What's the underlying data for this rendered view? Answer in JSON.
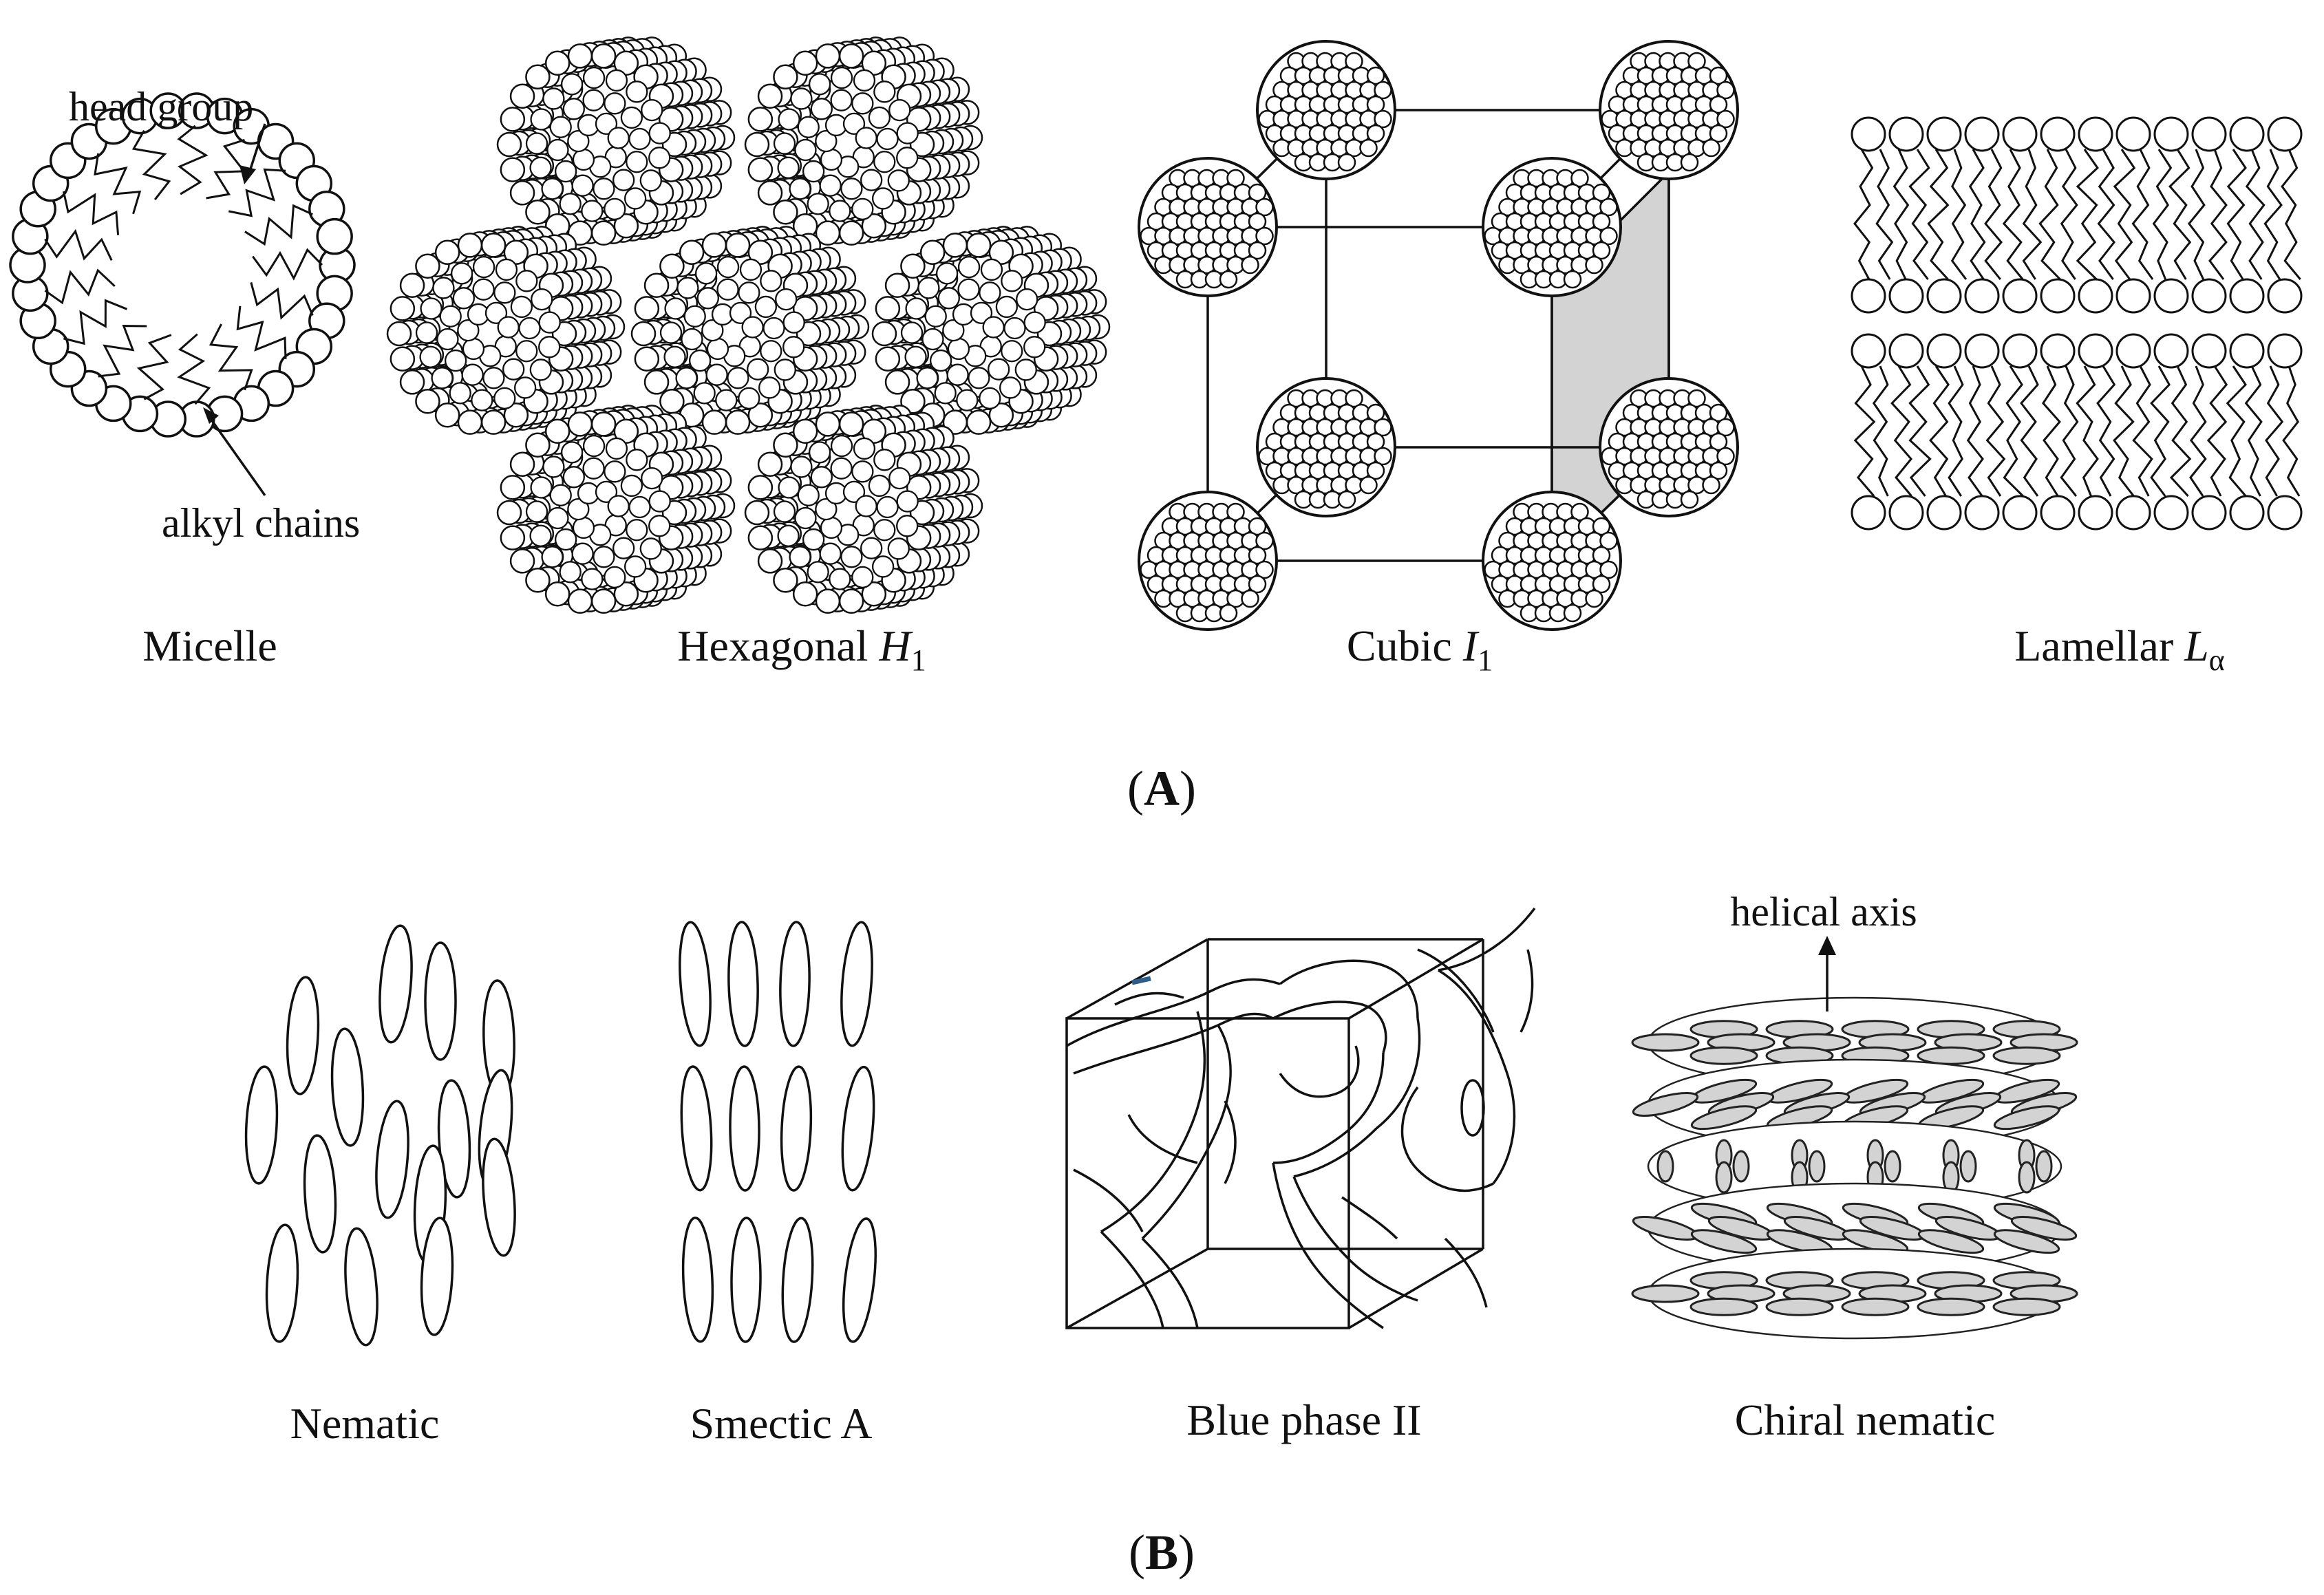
{
  "panel_a": {
    "marker": "A",
    "annotations": {
      "head_group": "head group",
      "alkyl_chains": "alkyl chains"
    },
    "labels": {
      "micelle": "Micelle",
      "hexagonal": {
        "text": "Hexagonal ",
        "symbol": "H",
        "subscript": "1"
      },
      "cubic": {
        "text": "Cubic ",
        "symbol": "I",
        "subscript": "1"
      },
      "lamellar": {
        "text": "Lamellar ",
        "symbol": "L",
        "subscript": "α"
      }
    }
  },
  "panel_b": {
    "marker": "B",
    "annotations": {
      "helical_axis": "helical axis"
    },
    "labels": {
      "nematic": "Nematic",
      "smectic": "Smectic A",
      "blue_phase": "Blue phase II",
      "chiral": "Chiral nematic"
    }
  },
  "colors": {
    "line": "#111111",
    "shade": "#d3d3d3",
    "background": "#ffffff"
  }
}
